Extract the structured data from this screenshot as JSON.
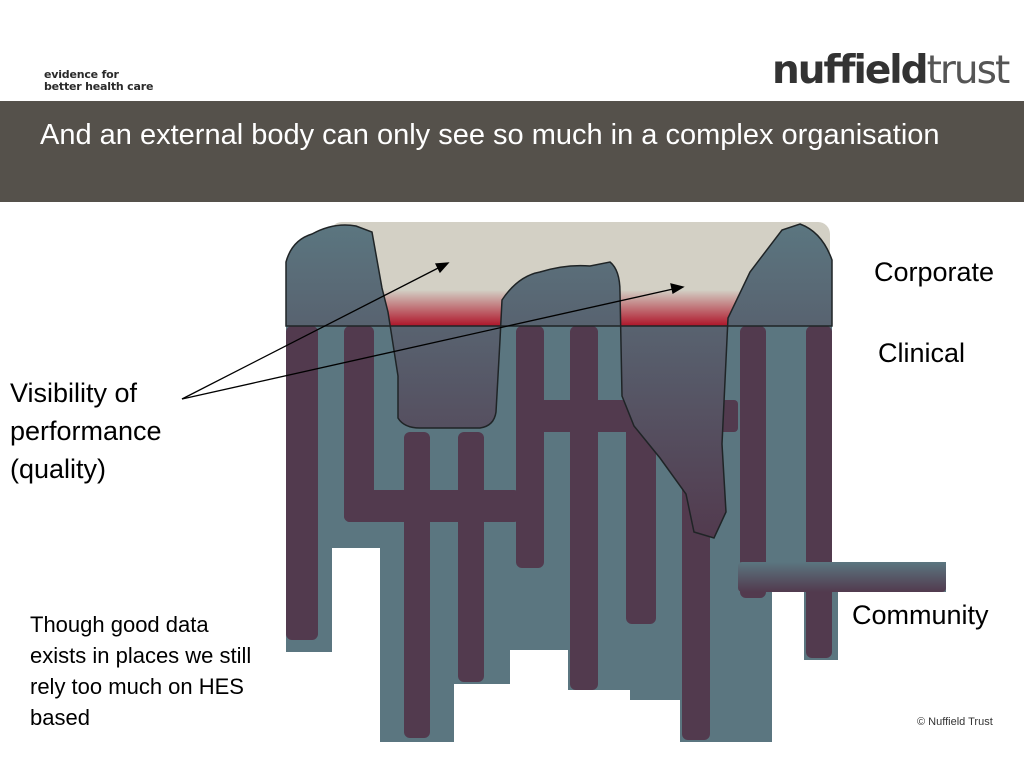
{
  "header": {
    "tagline_line1": "evidence for",
    "tagline_line2": "better health care",
    "logo_part1": "nuffield",
    "logo_part2": "trust"
  },
  "slide": {
    "title": "And an external body can only see so much in a complex organisation"
  },
  "diagram": {
    "labels": {
      "corporate": "Corporate",
      "clinical": "Clinical",
      "community": "Community",
      "visibility_line1": "Visibility of",
      "visibility_line2": "performance",
      "visibility_line3": "(quality)"
    },
    "colors": {
      "corporate_band": "#d3d0c5",
      "clinical_red": "#ac0b21",
      "structure_slate": "#5b7680",
      "pillar_plum": "#523a4e",
      "title_bar": "#55514b"
    }
  },
  "note": {
    "text": "Though good data exists in places we still rely too much on HES based"
  },
  "footer": {
    "copyright": "© Nuffield Trust"
  }
}
